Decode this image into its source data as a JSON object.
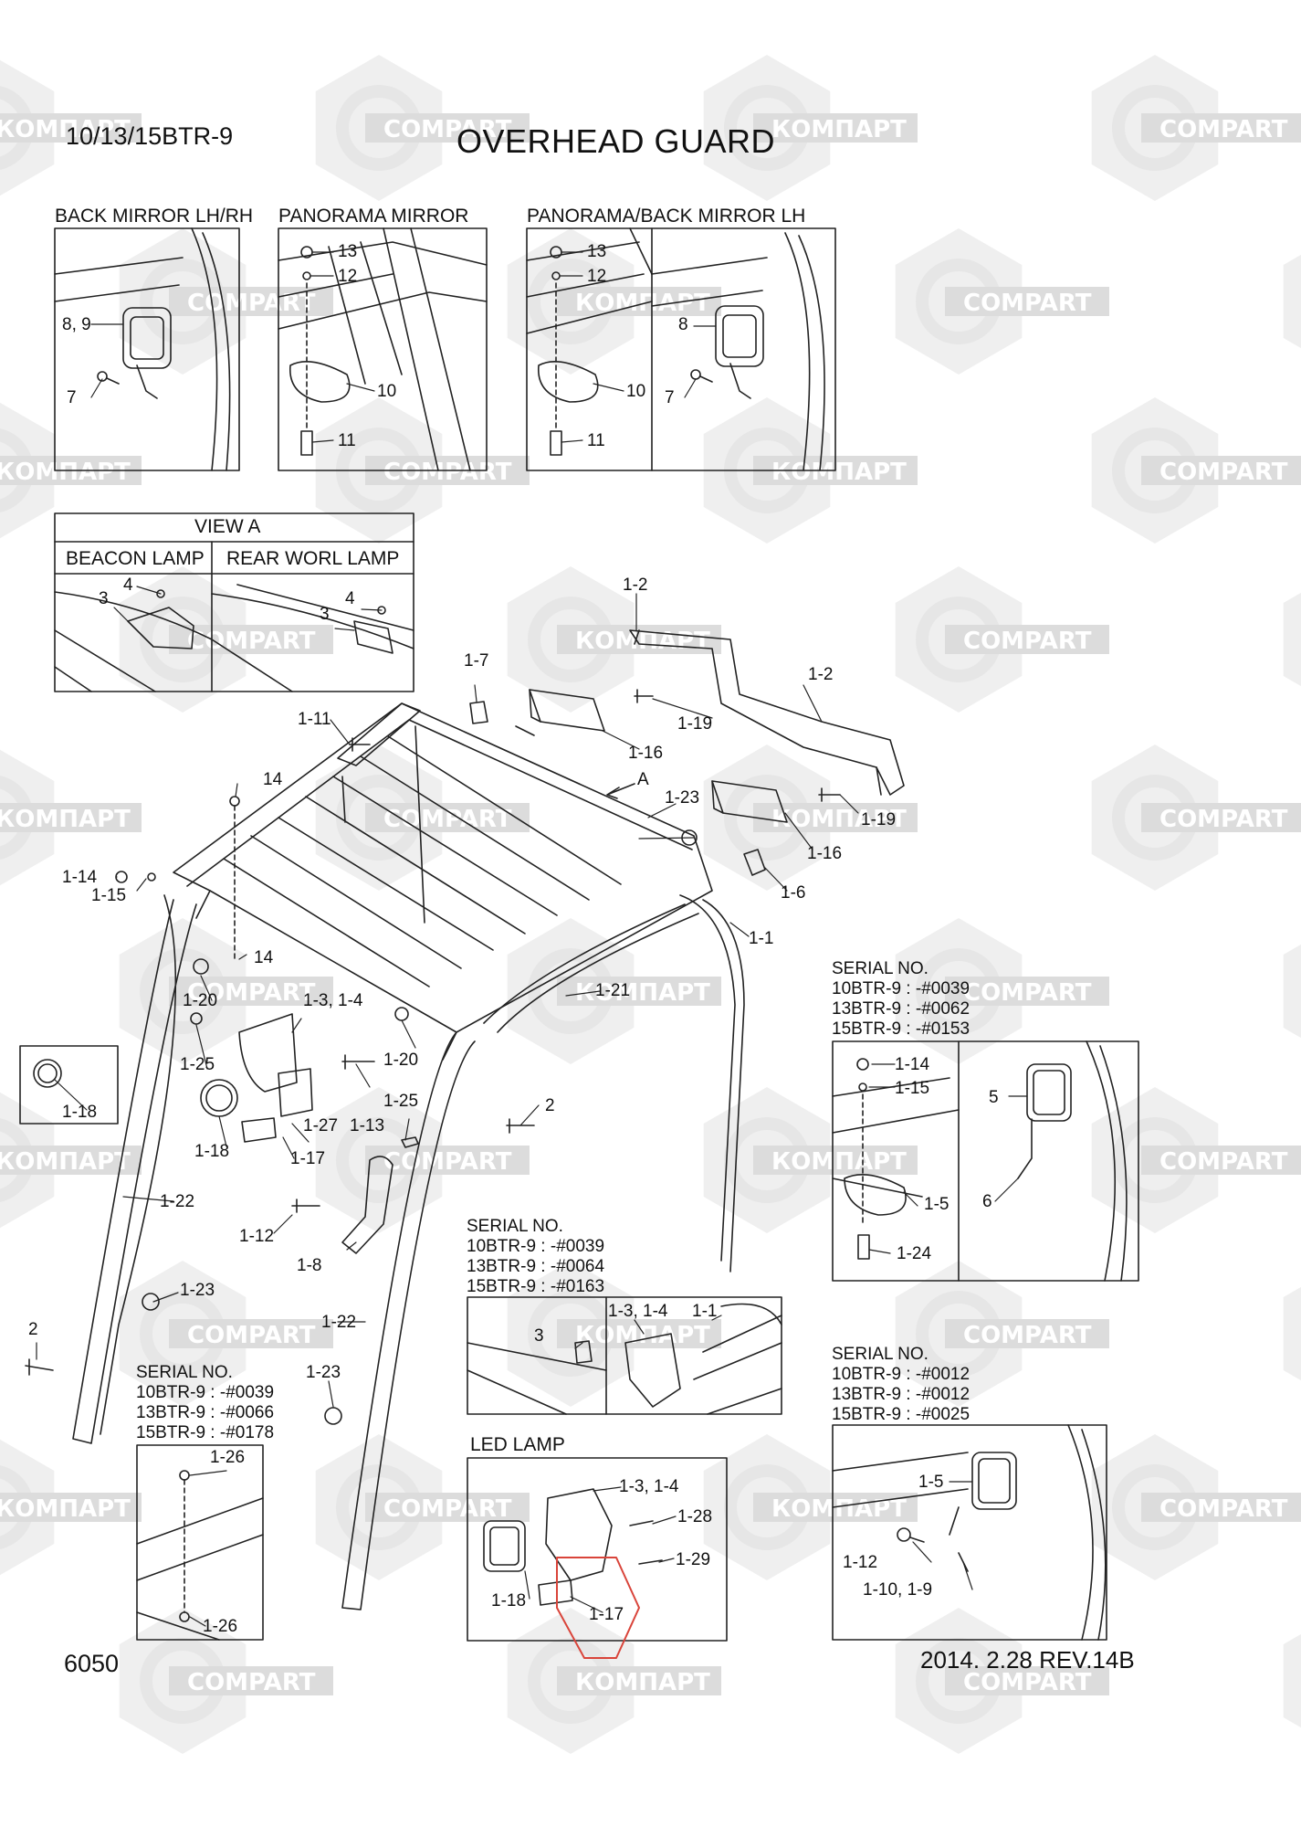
{
  "header": {
    "model": "10/13/15BTR-9",
    "title": "OVERHEAD GUARD"
  },
  "footer": {
    "page_number": "6050",
    "revision": "2014. 2.28  REV.14B"
  },
  "watermark": {
    "text_cyrillic": "КОМПАРТ",
    "text_latin": "COMPART",
    "color": "#dcdcdc"
  },
  "panels": {
    "back_mirror": "BACK MIRROR LH/RH",
    "panorama_mirror": "PANORAMA MIRROR",
    "panorama_back_mirror": "PANORAMA/BACK MIRROR LH",
    "view_a": "VIEW A",
    "beacon_lamp": "BEACON LAMP",
    "rear_work_lamp": "REAR WORL LAMP",
    "led_lamp": "LED LAMP"
  },
  "serial_blocks": {
    "right_top": {
      "title": "SERIAL NO.",
      "lines": [
        "10BTR-9 : -#0039",
        "13BTR-9 : -#0062",
        "15BTR-9 : -#0153"
      ]
    },
    "center": {
      "title": "SERIAL NO.",
      "lines": [
        "10BTR-9 : -#0039",
        "13BTR-9 : -#0064",
        "15BTR-9 : -#0163"
      ]
    },
    "left_bottom": {
      "title": "SERIAL NO.",
      "lines": [
        "10BTR-9 : -#0039",
        "13BTR-9 : -#0066",
        "15BTR-9 : -#0178"
      ]
    },
    "right_bottom": {
      "title": "SERIAL NO.",
      "lines": [
        "10BTR-9 : -#0012",
        "13BTR-9 : -#0012",
        "15BTR-9 : -#0025"
      ]
    }
  },
  "callouts": {
    "c_8_9": "8, 9",
    "c_7a": "7",
    "c_13a": "13",
    "c_12a": "12",
    "c_10a": "10",
    "c_11a": "11",
    "c_13b": "13",
    "c_12b": "12",
    "c_10b": "10",
    "c_11b": "11",
    "c_8b": "8",
    "c_7b": "7",
    "c_4a": "4",
    "c_3a": "3",
    "c_4b": "4",
    "c_3b": "3",
    "c_1_2a": "1-2",
    "c_1_2b": "1-2",
    "c_1_7": "1-7",
    "c_1_11": "1-11",
    "c_1_19a": "1-19",
    "c_1_16a": "1-16",
    "c_a": "A",
    "c_1_23a": "1-23",
    "c_1_19b": "1-19",
    "c_1_16b": "1-16",
    "c_1_6": "1-6",
    "c_14a": "14",
    "c_1_14": "1-14",
    "c_1_15": "1-15",
    "c_1_1": "1-1",
    "c_14b": "14",
    "c_1_21": "1-21",
    "c_1_20a": "1-20",
    "c_1_3_4a": "1-3, 1-4",
    "c_1_25a": "1-25",
    "c_1_20b": "1-20",
    "c_1_18a": "1-18",
    "c_1_18b": "1-18",
    "c_1_27": "1-27",
    "c_1_13": "1-13",
    "c_1_17a": "1-17",
    "c_1_25b": "1-25",
    "c_2a": "2",
    "c_1_22a": "1-22",
    "c_1_12a": "1-12",
    "c_1_8": "1-8",
    "c_1_23b": "1-23",
    "c_2b": "2",
    "c_1_22b": "1-22",
    "c_1_23c": "1-23",
    "c_1_26a": "1-26",
    "c_1_26b": "1-26",
    "c_3c": "3",
    "c_1_3_4b": "1-3, 1-4",
    "c_1_1b": "1-1",
    "c_1_3_4c": "1-3, 1-4",
    "c_1_28": "1-28",
    "c_1_29": "1-29",
    "c_1_18c": "1-18",
    "c_1_17b": "1-17",
    "c_1_14b": "1-14",
    "c_1_15b": "1-15",
    "c_5": "5",
    "c_1_5a": "1-5",
    "c_6": "6",
    "c_1_24": "1-24",
    "c_1_5b": "1-5",
    "c_1_12b": "1-12",
    "c_1_10_9": "1-10, 1-9"
  },
  "colors": {
    "line": "#222222",
    "highlight": "#d9443a"
  }
}
